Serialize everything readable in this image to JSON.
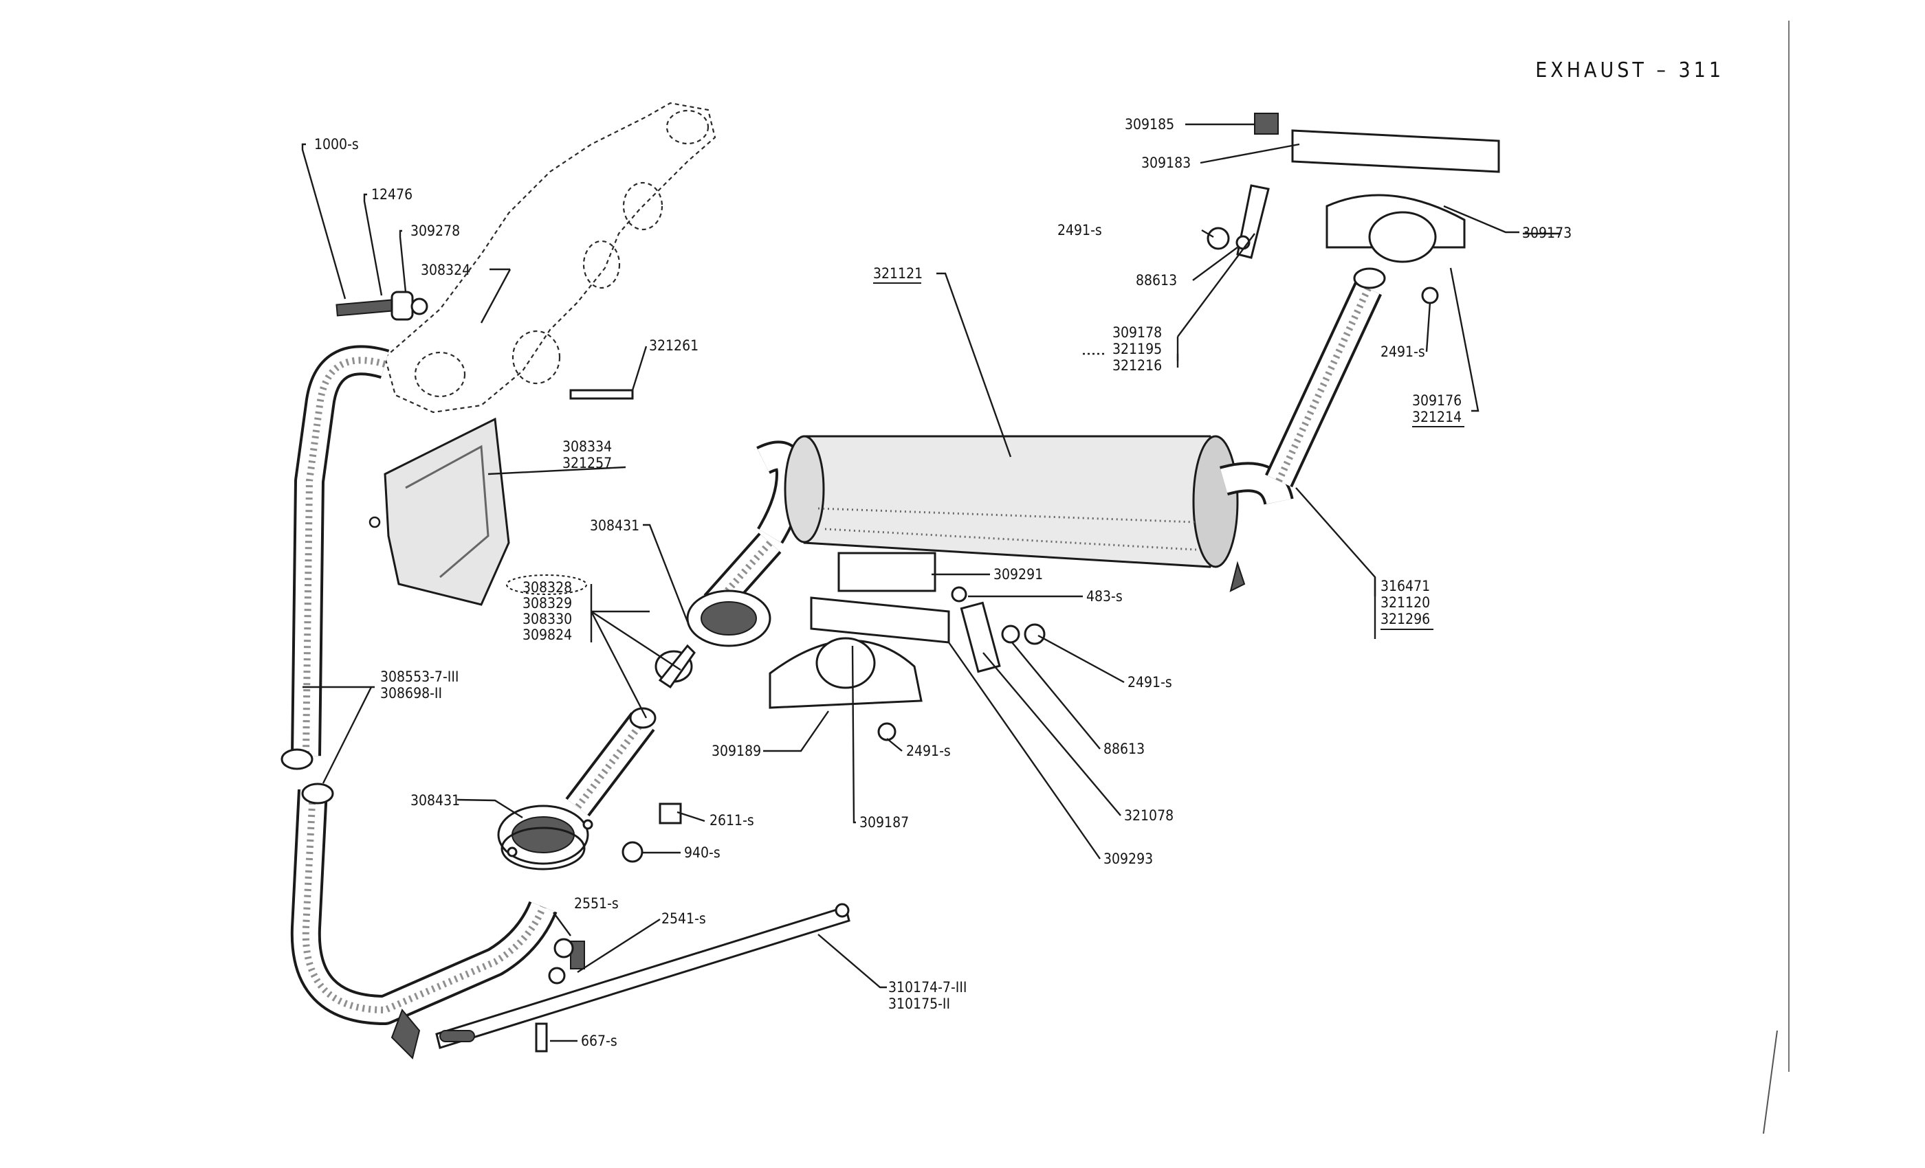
{
  "page_header": "EXHAUST – 311",
  "callouts": {
    "c1000s": "1000-s",
    "c12476": "12476",
    "c309278": "309278",
    "c308324": "308324",
    "c321261": "321261",
    "c308334": [
      "308334",
      "321257"
    ],
    "c308431a": "308431",
    "c308328": [
      "308328",
      "308329",
      "308330",
      "309824"
    ],
    "c308553": [
      "308553-7-III",
      "308698-II"
    ],
    "c308431b": "308431",
    "c2611s": "2611-s",
    "c940s": "940-s",
    "c2551s": "2551-s",
    "c2541s": "2541-s",
    "c310174": [
      "310174-7-III",
      "310175-II"
    ],
    "c667s": "667-s",
    "c321121": "321121",
    "c309291": "309291",
    "c483s": "483-s",
    "c2491s_mid": "2491-s",
    "c88613_mid": "88613",
    "c321078": "321078",
    "c309293": "309293",
    "c309189": "309189",
    "c2491s_low": "2491-s",
    "c309187": "309187",
    "c316471": [
      "316471",
      "321120",
      "321296"
    ],
    "c309185": "309185",
    "c309183": "309183",
    "c2491s_top": "2491-s",
    "c88613_top": "88613",
    "c309178": [
      "309178",
      "321195",
      "321216"
    ],
    "c309173": "309173",
    "c2491s_right": "2491-s",
    "c309176": [
      "309176",
      "321214"
    ]
  }
}
